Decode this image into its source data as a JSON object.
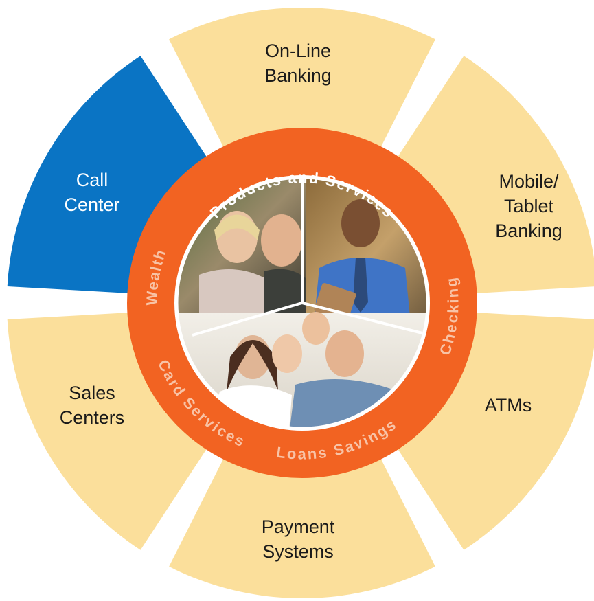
{
  "colors": {
    "segment_fill": "#fbdf9b",
    "segment_active_fill": "#0a74c4",
    "ring_fill": "#f26322",
    "ring_text_main": "#ffffff",
    "ring_text_dim": "#f8c3a6",
    "gap": "#ffffff"
  },
  "channels": [
    {
      "id": "online",
      "lines": [
        "On-Line",
        "Banking"
      ],
      "active": false
    },
    {
      "id": "mobile",
      "lines": [
        "Mobile/",
        "Tablet",
        "Banking"
      ],
      "active": false
    },
    {
      "id": "atms",
      "lines": [
        "ATMs"
      ],
      "active": false
    },
    {
      "id": "payment",
      "lines": [
        "Payment",
        "Systems"
      ],
      "active": false
    },
    {
      "id": "sales",
      "lines": [
        "Sales",
        "Centers"
      ],
      "active": false
    },
    {
      "id": "callcenter",
      "lines": [
        "Call",
        "Center"
      ],
      "active": true
    }
  ],
  "ring": {
    "title": "Products and Services",
    "products": [
      "Checking",
      "Savings",
      "Loans",
      "Card Services",
      "Wealth"
    ]
  },
  "center_photos": [
    {
      "id": "couple",
      "subject": "senior-couple-hikers-photo"
    },
    {
      "id": "worker",
      "subject": "warehouse-worker-clipboard-photo"
    },
    {
      "id": "family",
      "subject": "family-portrait-photo"
    }
  ]
}
